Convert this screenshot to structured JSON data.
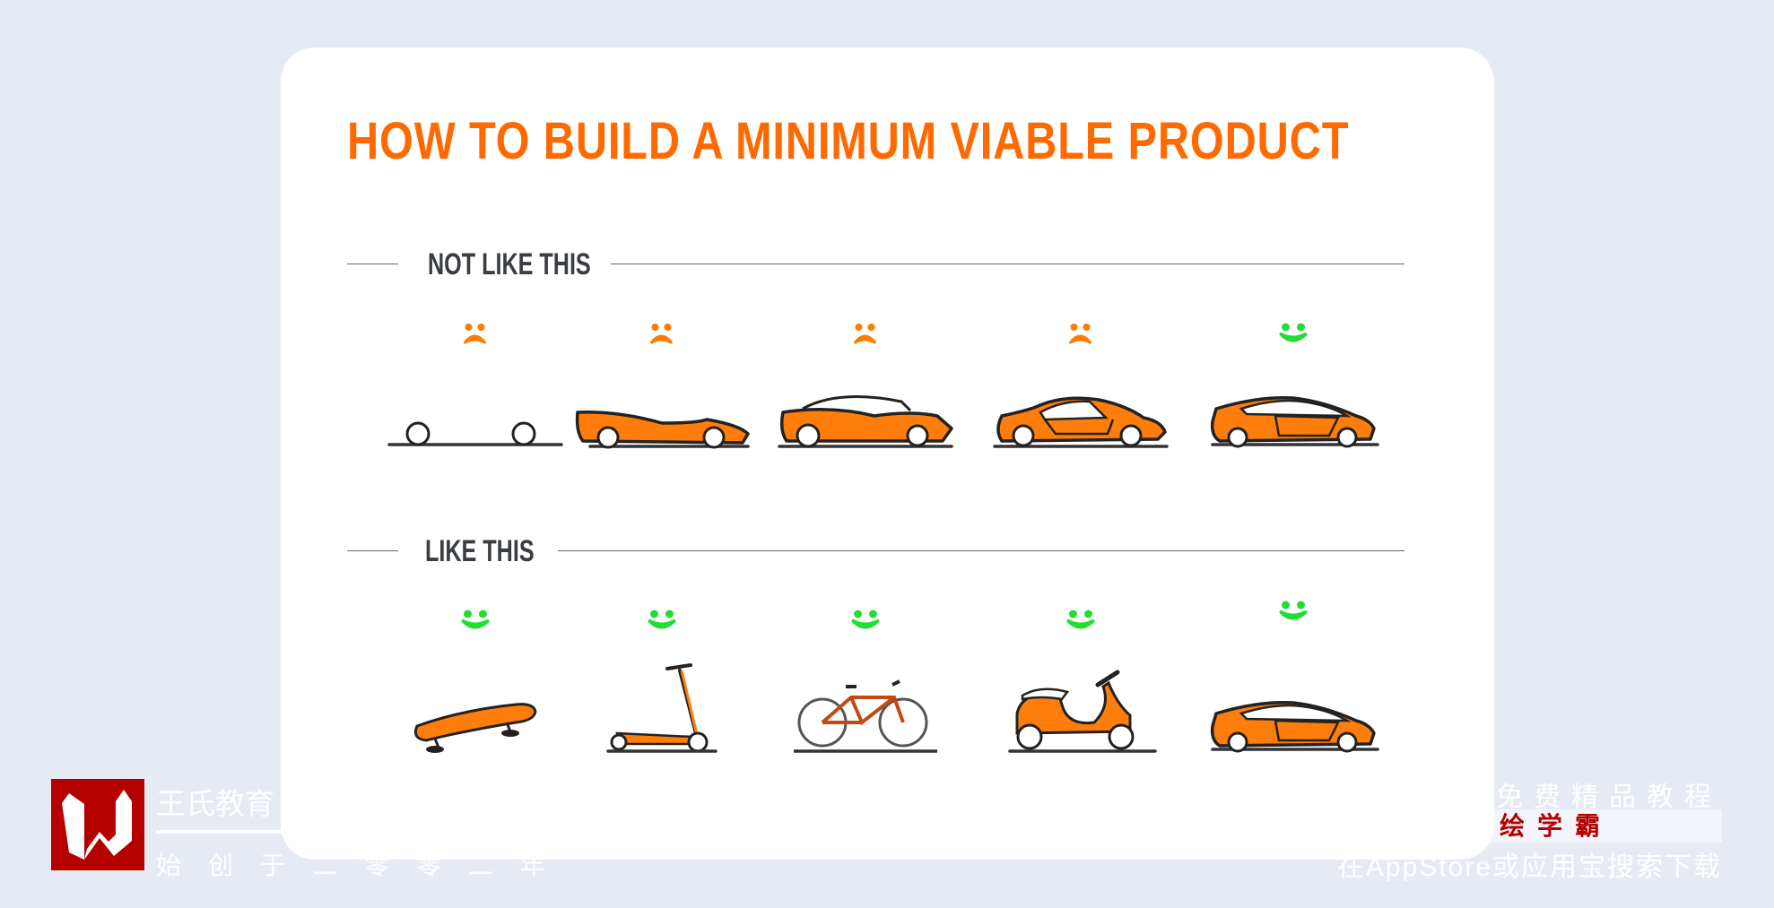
{
  "title": "HOW TO BUILD A MINIMUM VIABLE PRODUCT",
  "sections": {
    "not_like_this": {
      "label": "NOT LIKE THIS",
      "items": [
        {
          "vehicle": "wheels",
          "face": "sad"
        },
        {
          "vehicle": "car-chassis",
          "face": "sad"
        },
        {
          "vehicle": "car-body",
          "face": "sad"
        },
        {
          "vehicle": "car-unpainted-frame",
          "face": "sad"
        },
        {
          "vehicle": "car",
          "face": "happy"
        }
      ]
    },
    "like_this": {
      "label": "LIKE THIS",
      "items": [
        {
          "vehicle": "skateboard",
          "face": "happy"
        },
        {
          "vehicle": "kick-scooter",
          "face": "happy"
        },
        {
          "vehicle": "bicycle",
          "face": "happy"
        },
        {
          "vehicle": "motor-scooter",
          "face": "happy"
        },
        {
          "vehicle": "car",
          "face": "happy"
        }
      ]
    }
  },
  "colors": {
    "title": "#ff6a00",
    "sad": "#ff7a00",
    "happy": "#22dd33",
    "vehicle": "#ff7d0a",
    "watermark_red": "#b50000",
    "background": "#e6eaf2"
  },
  "watermark": {
    "left_title": "王氏教育",
    "left_sub": "始创于二零零二年",
    "right_line1": "免费精品教程",
    "right_brand": "绘学霸",
    "right_line3": "在AppStore或应用宝搜索下载"
  }
}
